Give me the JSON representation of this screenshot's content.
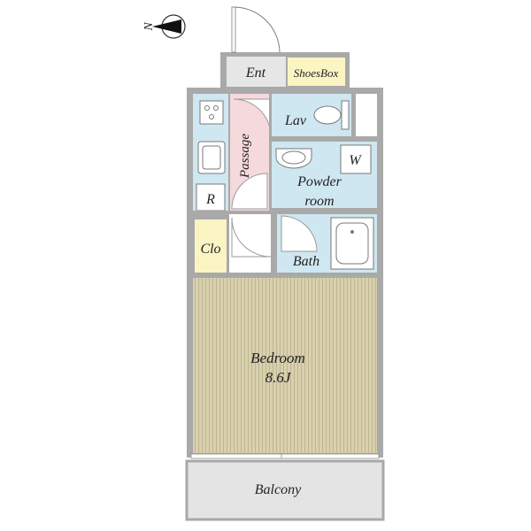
{
  "compass": {
    "label": "N",
    "icon": "north-arrow-icon"
  },
  "rooms": {
    "entrance": {
      "label": "Ent"
    },
    "shoes_box": {
      "label": "ShoesBox"
    },
    "lavatory": {
      "label": "Lav"
    },
    "passage": {
      "label": "Passage"
    },
    "powder_room": {
      "line1": "Powder",
      "line2": "room"
    },
    "washer": {
      "label": "W"
    },
    "refrigerator": {
      "label": "R"
    },
    "closet": {
      "label": "Clo"
    },
    "bath": {
      "label": "Bath"
    },
    "bedroom": {
      "label": "Bedroom",
      "size": "8.6J"
    },
    "balcony": {
      "label": "Balcony"
    }
  },
  "colors": {
    "wall": "#a9a9a9",
    "wet_area": "#cfe7f0",
    "passage": "#f6d9dc",
    "entrance": "#e6e6e6",
    "shoes_box": "#fbf5c4",
    "closet": "#fbf5c4",
    "floor": "#d9d0ae",
    "floor_line": "#bdb38f",
    "balcony": "#e4e4e4"
  }
}
